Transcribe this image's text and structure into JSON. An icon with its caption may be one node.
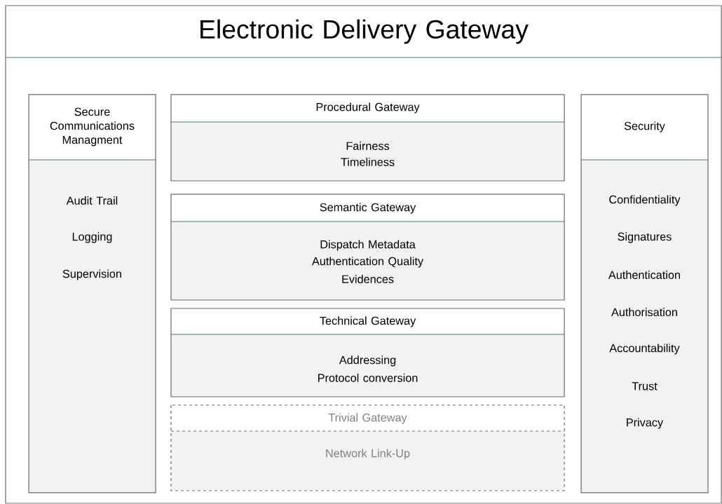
{
  "diagram": {
    "nodes": [
      {
        "text": [
          "Electronic Delivery Gateway"
        ]
      },
      {
        "text": [
          "Secure Communications Managment",
          "Audit Trail",
          "Logging",
          "Supervision"
        ],
        "in": 0
      },
      {
        "text": [
          "Procedural Gateway",
          "Fairness",
          "Timeliness"
        ],
        "in": 0
      },
      {
        "text": [
          "Semantic Gateway",
          "Dispatch Metadata",
          "Authentication Quality",
          "Evidences"
        ],
        "in": 0
      },
      {
        "text": [
          "Technical Gateway",
          "Addressing",
          "Protocol conversion"
        ],
        "in": 0
      },
      {
        "text": [
          "Trivial Gateway",
          "Network Link-Up"
        ],
        "in": 0
      },
      {
        "text": [
          "Security",
          "Confidentiality",
          "Signatures",
          "Authentication",
          "Authorisation",
          "Accountability",
          "Trust",
          "Privacy"
        ],
        "in": 0
      }
    ]
  }
}
